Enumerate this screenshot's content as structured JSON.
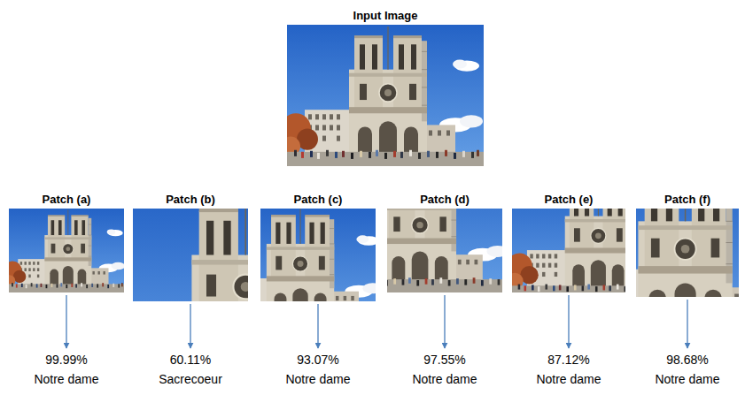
{
  "diagram": {
    "nodes": [
      {
        "text": [
          "Input Image"
        ]
      },
      {
        "text": [
          "Patch (a)"
        ]
      },
      {
        "text": [
          "Patch (b)"
        ]
      },
      {
        "text": [
          "Patch (c)"
        ]
      },
      {
        "text": [
          "Patch (d)"
        ]
      },
      {
        "text": [
          "Patch (e)"
        ]
      },
      {
        "text": [
          "Patch (f)"
        ]
      },
      {
        "text": [
          "99.99%",
          "Notre dame"
        ]
      },
      {
        "text": [
          "60.11%",
          "Sacrecoeur"
        ]
      },
      {
        "text": [
          "93.07%",
          "Notre dame"
        ]
      },
      {
        "text": [
          "97.55%",
          "Notre dame"
        ]
      },
      {
        "text": [
          "87.12%",
          "Notre dame"
        ]
      },
      {
        "text": [
          "98.68%",
          "Notre dame"
        ]
      }
    ],
    "edges": [
      {
        "from": 1,
        "to": 7,
        "arrow": "to"
      },
      {
        "from": 2,
        "to": 8,
        "arrow": "to"
      },
      {
        "from": 3,
        "to": 9,
        "arrow": "to"
      },
      {
        "from": 4,
        "to": 10,
        "arrow": "to"
      },
      {
        "from": 5,
        "to": 11,
        "arrow": "to"
      },
      {
        "from": 6,
        "to": 12,
        "arrow": "to"
      }
    ]
  }
}
